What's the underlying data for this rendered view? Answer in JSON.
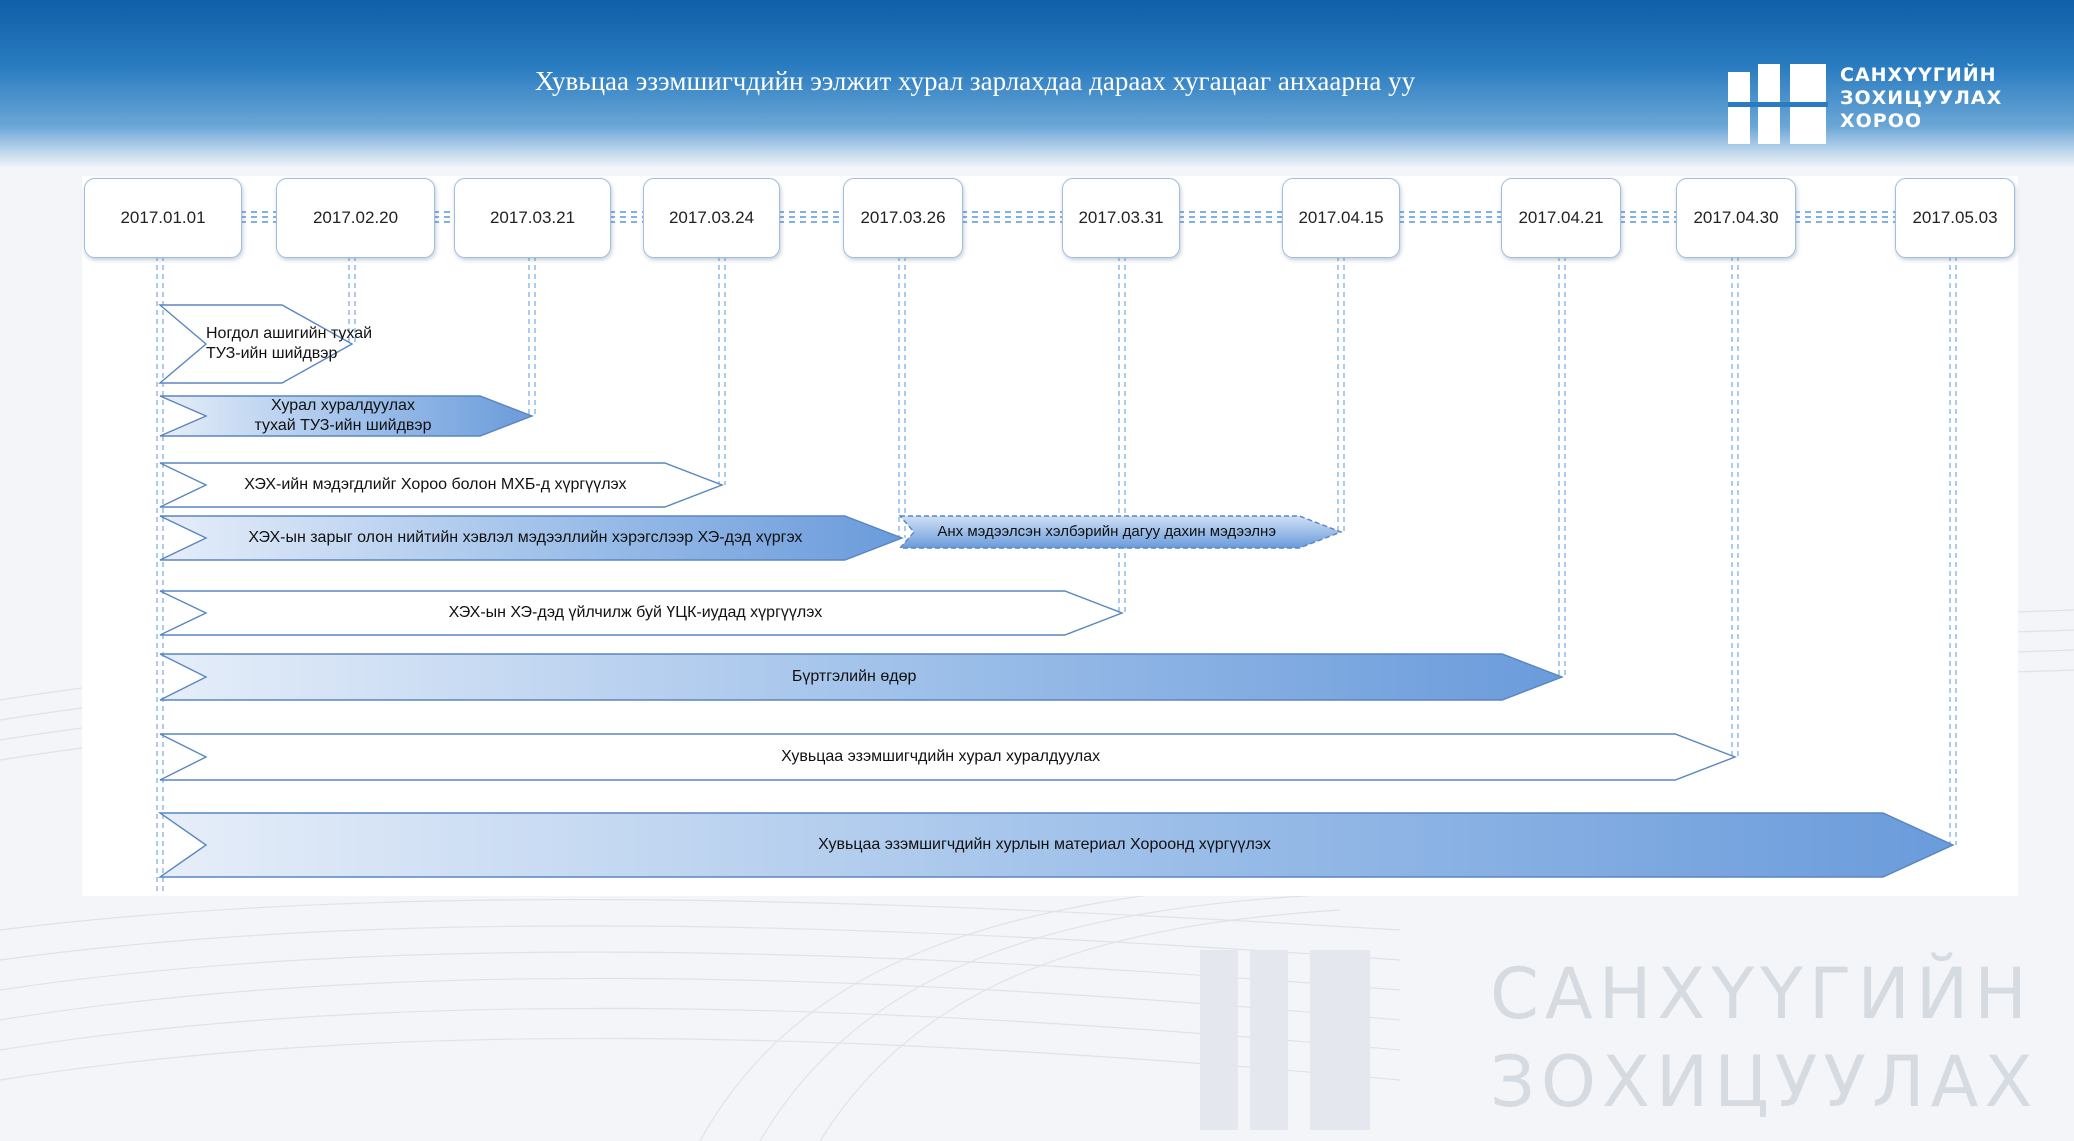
{
  "header": {
    "title": "Хувьцаа эзэмшигчдийн ээлжит хурал зарлахдаа дараах хугацааг анхаарна уу",
    "logo_lines": [
      "САНХҮҮГИЙН",
      "ЗОХИЦУУЛАХ",
      "ХОРОО"
    ]
  },
  "watermark": {
    "lines": [
      "САНХҮҮГИЙН",
      "ЗОХИЦУУЛАХ"
    ]
  },
  "timeline": {
    "dates": [
      "2017.01.01",
      "2017.02.20",
      "2017.03.21",
      "2017.03.24",
      "2017.03.26",
      "2017.03.31",
      "2017.04.15",
      "2017.04.21",
      "2017.04.30",
      "2017.05.03"
    ],
    "steps": [
      {
        "label": "Ногдол ашигийн тухай\nТУЗ-ийн шийдвэр",
        "start": "2017.01.01",
        "end": "2017.02.20",
        "style": "white"
      },
      {
        "label": "Хурал хуралдуулах\nтухай ТУЗ-ийн шийдвэр",
        "start": "2017.01.01",
        "end": "2017.03.21",
        "style": "blue"
      },
      {
        "label": "ХЭХ-ийн мэдэгдлийг  Хороо болон МХБ-д хүргүүлэх",
        "start": "2017.01.01",
        "end": "2017.03.24",
        "style": "white"
      },
      {
        "label": "ХЭХ-ын зарыг олон нийтийн хэвлэл мэдээллийн хэрэгслээр ХЭ-дэд хүргэх",
        "start": "2017.01.01",
        "end": "2017.03.26",
        "style": "blue"
      },
      {
        "label": "Анх мэдээлсэн хэлбэрийн дагуу дахин мэдээлнэ",
        "start": "2017.03.26",
        "end": "2017.04.15",
        "style": "blue-dashed"
      },
      {
        "label": "ХЭХ-ын ХЭ-дэд үйлчилж буй ҮЦК-иудад хүргүүлэх",
        "start": "2017.01.01",
        "end": "2017.03.31",
        "style": "white"
      },
      {
        "label": "Бүртгэлийн өдөр",
        "start": "2017.01.01",
        "end": "2017.04.21",
        "style": "blue"
      },
      {
        "label": "Хувьцаа эзэмшигчдийн хурал хуралдуулах",
        "start": "2017.01.01",
        "end": "2017.04.30",
        "style": "white"
      },
      {
        "label": "Хувьцаа эзэмшигчдийн хурлын материал Хороонд хүргүүлэх",
        "start": "2017.01.01",
        "end": "2017.05.03",
        "style": "blue"
      }
    ]
  },
  "colors": {
    "header_dark": "#0f5ea8",
    "bar_blue_light": "#e3ecf8",
    "bar_blue_dark": "#6e9fdc",
    "bar_stroke": "#5a86c0",
    "guide_line": "#7fb0e6"
  }
}
